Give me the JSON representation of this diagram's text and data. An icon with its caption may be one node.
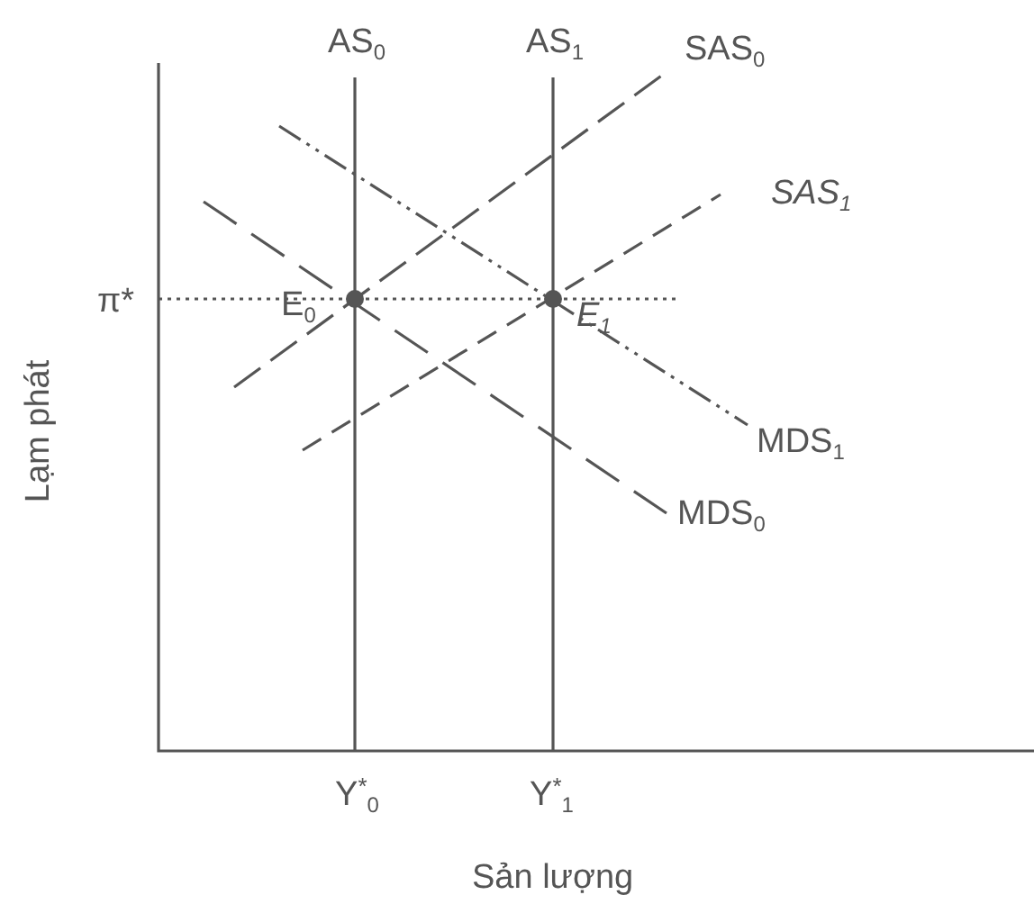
{
  "diagram": {
    "labels": [
      "AS$_{0}$",
      "AS$_{1}$",
      "SAS$_{0}$",
      "SAS$_{1}$",
      "π*",
      "E$_{0}$",
      "E$_{1}$",
      "MDS$_{1}$",
      "MDS$_{0}$",
      "Lạm phát",
      "Y$^{*}$$_{0}$",
      "Y$^{*}$$_{1}$",
      "Sản lượng"
    ]
  }
}
